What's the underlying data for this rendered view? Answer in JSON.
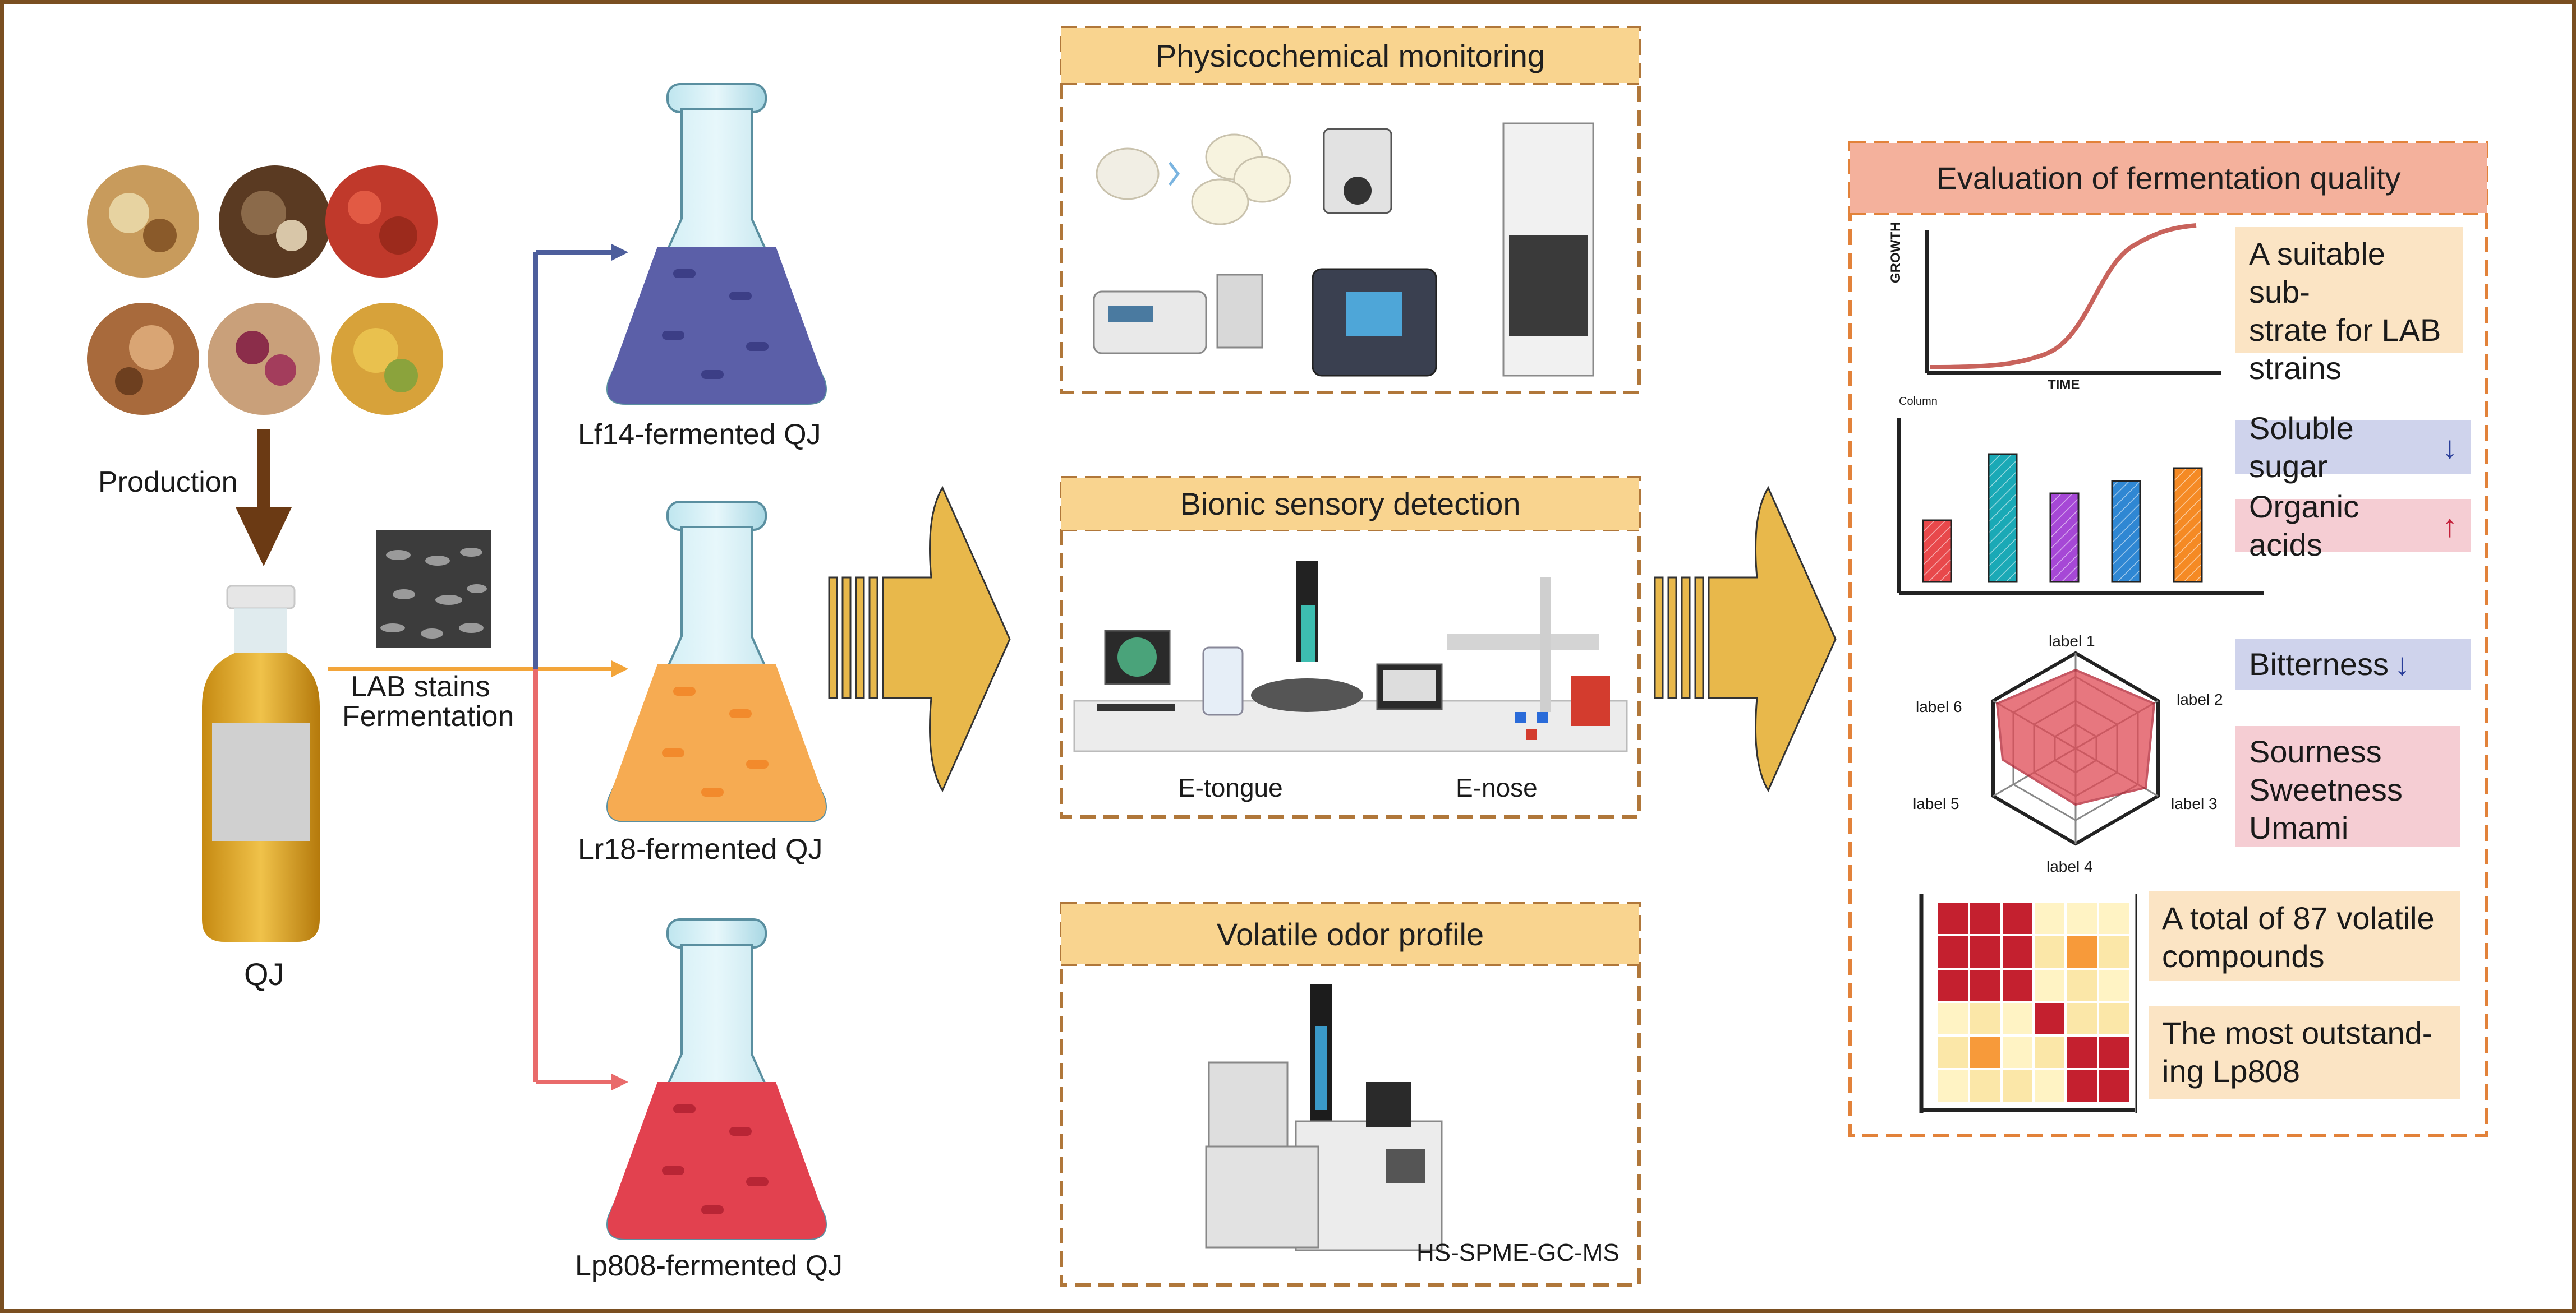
{
  "left": {
    "production_label": "Production",
    "qj_label": "QJ",
    "lab_label_line1": "LAB stains",
    "lab_label_line2": "Fermentation"
  },
  "flasks": [
    {
      "label": "Lf14-fermented QJ",
      "color": "#5b5fa8"
    },
    {
      "label": "Lr18-fermented QJ",
      "color": "#f6ab52"
    },
    {
      "label": "Lp808-fermented QJ",
      "color": "#e2414f"
    }
  ],
  "panels": {
    "physicochemical": {
      "title": "Physicochemical monitoring"
    },
    "bionic": {
      "title": "Bionic sensory detection",
      "etongue": "E-tongue",
      "enose": "E-nose"
    },
    "volatile": {
      "title": "Volatile odor profile",
      "instrument": "HS-SPME-GC-MS"
    }
  },
  "evaluation": {
    "title": "Evaluation of fermentation quality",
    "growth_ylabel": "GROWTH",
    "growth_xlabel": "TIME",
    "substrate_note": [
      "A suitable sub-",
      "strate for LAB",
      "strains"
    ],
    "column_label": "Column",
    "soluble_sugar": "Soluble sugar",
    "organic_acids": "Organic acids",
    "radar_labels": [
      "label 1",
      "label 2",
      "label 3",
      "label 4",
      "label 5",
      "label 6"
    ],
    "bitterness": "Bitterness",
    "taste_lines": [
      "Sourness",
      "Sweetness",
      "Umami"
    ],
    "volatile_note": [
      "A total of 87 volatile",
      "compounds"
    ],
    "outstanding_note": [
      "The most outstand-",
      "ing Lp808"
    ]
  },
  "colors": {
    "border": "#7a4f21",
    "dash": "#b0773a",
    "arrow": "#e8b84b",
    "title_bar": "#f9d48f",
    "eval_title": "#f4b19c",
    "blue_line": "#4d5e9c",
    "orange_line": "#f3a53a",
    "red_line": "#e96b6b",
    "brown_arrow": "#6b3a14"
  }
}
